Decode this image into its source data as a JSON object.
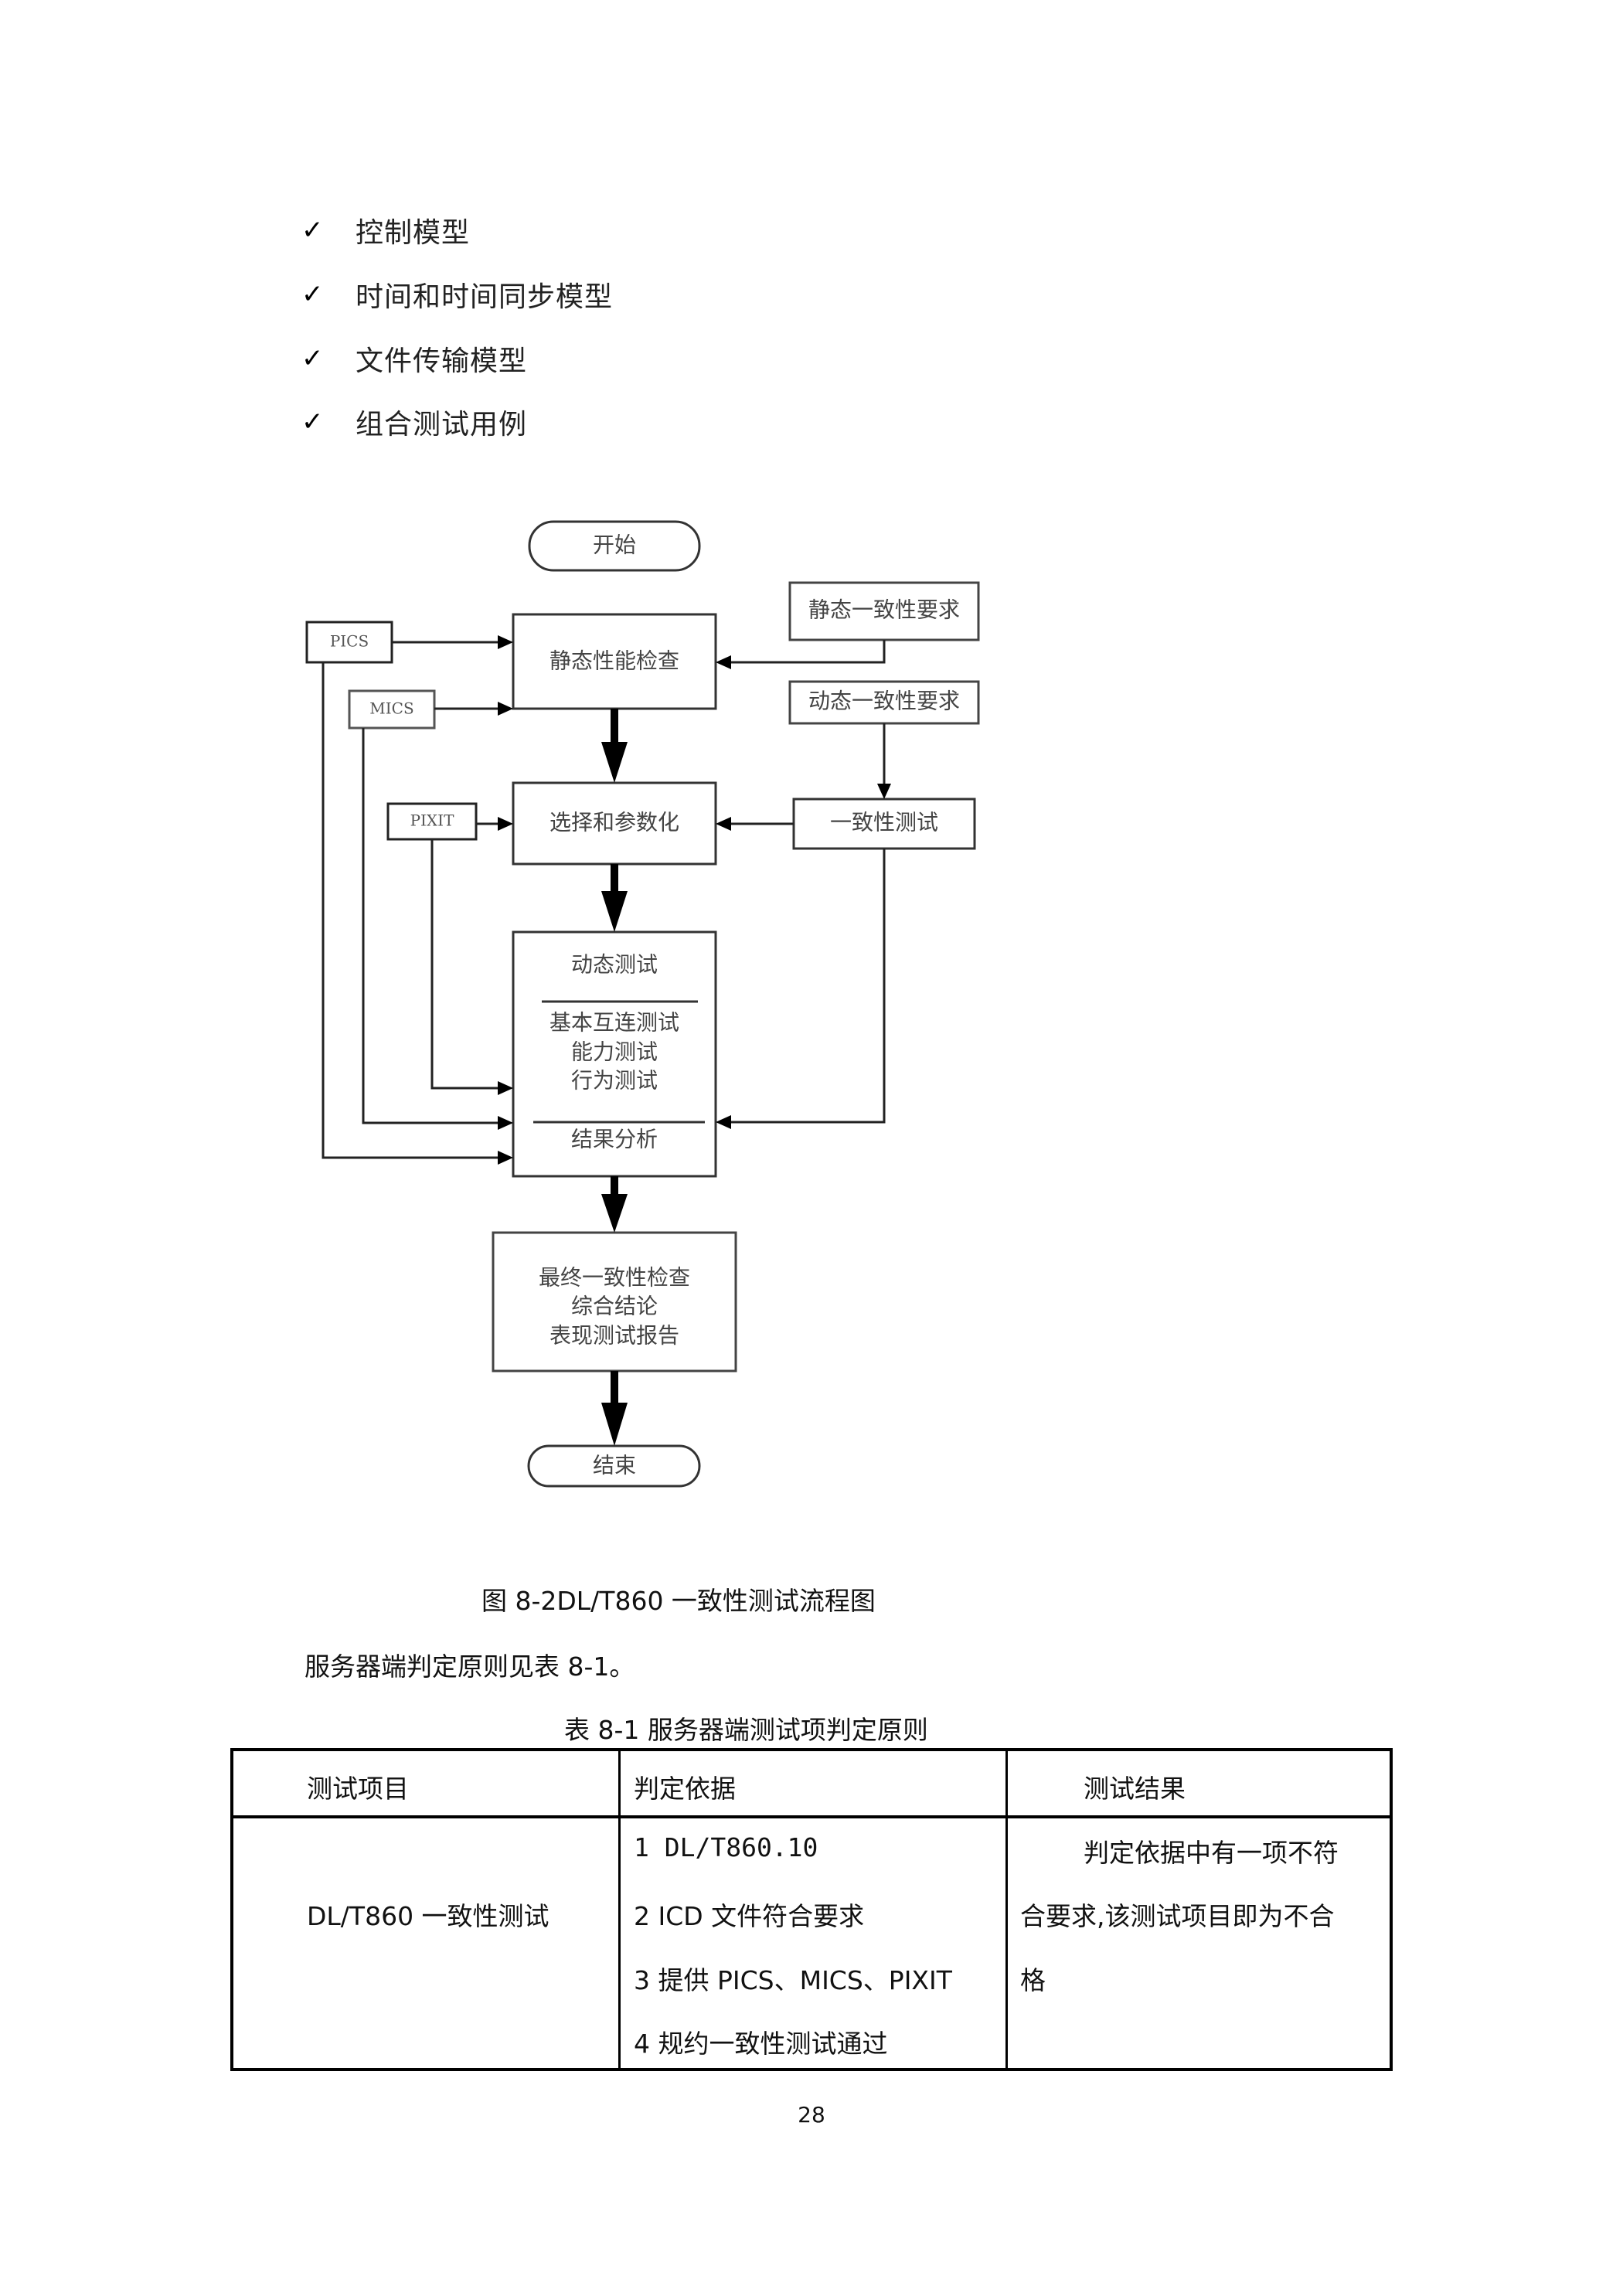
{
  "checklist": {
    "marker_icon": "check-mark-icon",
    "marker_glyph": "✓",
    "items": [
      "控制模型",
      "时间和时间同步模型",
      "文件传输模型",
      "组合测试用例"
    ]
  },
  "flowchart": {
    "start": "开始",
    "end": "结束",
    "inputs": {
      "pics": "PICS",
      "mics": "MICS",
      "pixit": "PIXIT"
    },
    "requirements": {
      "static": "静态一致性要求",
      "dynamic": "动态一致性要求",
      "conformance": "一致性测试"
    },
    "steps": {
      "static_check": "静态性能检查",
      "select_param": "选择和参数化",
      "dynamic_title": "动态测试",
      "dynamic_lines": [
        "基本互连测试",
        "能力测试",
        "行为测试"
      ],
      "result_analysis": "结果分析",
      "final_lines": [
        "最终一致性检查",
        "综合结论",
        "表现测试报告"
      ]
    }
  },
  "figure_caption": "图 8-2DL/T860 一致性测试流程图",
  "paragraph": "服务器端判定原则见表 8-1。",
  "table_caption": "表 8-1  服务器端测试项判定原则",
  "table": {
    "headers": [
      "测试项目",
      "判定依据",
      "测试结果"
    ],
    "rows": [
      {
        "item": "DL/T860 一致性测试",
        "criteria": [
          "1  DL/T860.10",
          "2  ICD 文件符合要求",
          "3 提供 PICS、MICS、PIXIT",
          "4 规约一致性测试通过"
        ],
        "result_lines": [
          "判定依据中有一项不符",
          "合要求,该测试项目即为不合",
          "格"
        ]
      }
    ]
  },
  "page_number": "28"
}
